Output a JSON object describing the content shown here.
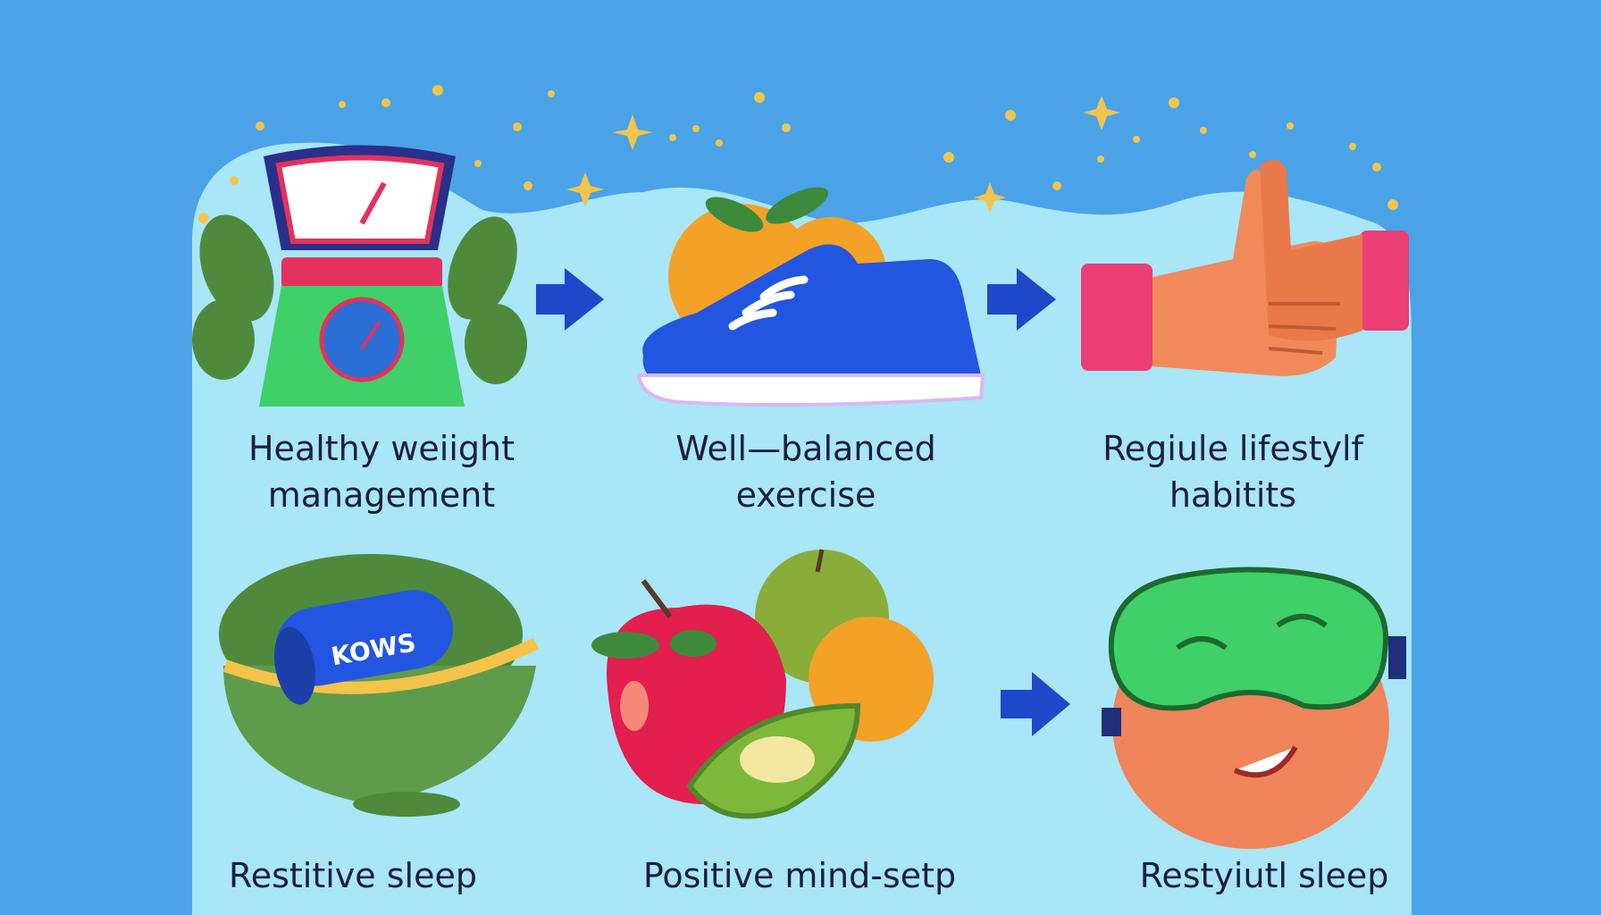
{
  "labels": {
    "weight": [
      "Healthy weiight",
      "management"
    ],
    "exercise": [
      "Well—balanced",
      "exercise"
    ],
    "habits": [
      "Regiule lifestylf",
      "habitits"
    ],
    "restive": "Restitive sleep",
    "mindset": "Positive mind-setp",
    "restful": "Restyiutl sleep"
  },
  "scale_text": "KOWS",
  "colors": {
    "background": "#4aa3e6",
    "panel": "#a8e6f8",
    "arrow": "#1f47c9",
    "star": "#f1c64a",
    "text": "#1b1f3a"
  },
  "icons": [
    "weighing-scale-icon",
    "sneaker-icon",
    "thumbs-up-handshake-icon",
    "salad-bowl-icon",
    "fruit-group-icon",
    "sleep-mask-face-icon"
  ]
}
